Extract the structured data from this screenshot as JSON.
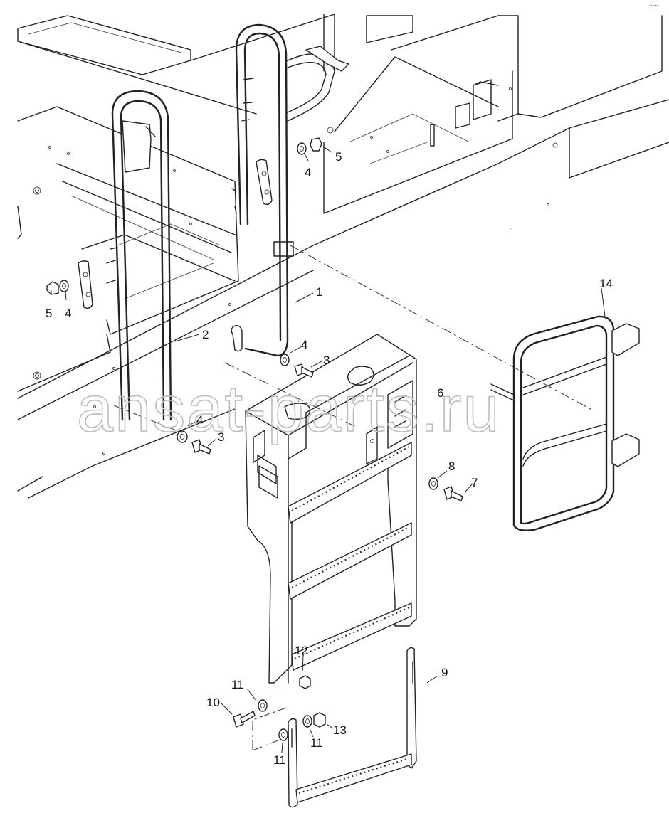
{
  "corner_mark": "▪▪ ▪▪▪",
  "watermark": "ansat-parts.ru",
  "callouts": [
    {
      "id": "callout-1",
      "text": "1"
    },
    {
      "id": "callout-2",
      "text": "2"
    },
    {
      "id": "callout-3a",
      "text": "3"
    },
    {
      "id": "callout-3b",
      "text": "3"
    },
    {
      "id": "callout-4a",
      "text": "4"
    },
    {
      "id": "callout-4b",
      "text": "4"
    },
    {
      "id": "callout-4c",
      "text": "4"
    },
    {
      "id": "callout-4d",
      "text": "4"
    },
    {
      "id": "callout-5a",
      "text": "5"
    },
    {
      "id": "callout-5b",
      "text": "5"
    },
    {
      "id": "callout-6",
      "text": "6"
    },
    {
      "id": "callout-7",
      "text": "7"
    },
    {
      "id": "callout-8",
      "text": "8"
    },
    {
      "id": "callout-9",
      "text": "9"
    },
    {
      "id": "callout-10",
      "text": "10"
    },
    {
      "id": "callout-11a",
      "text": "11"
    },
    {
      "id": "callout-11b",
      "text": "11"
    },
    {
      "id": "callout-11c",
      "text": "11"
    },
    {
      "id": "callout-12",
      "text": "12"
    },
    {
      "id": "callout-13",
      "text": "13"
    },
    {
      "id": "callout-14",
      "text": "14"
    }
  ]
}
